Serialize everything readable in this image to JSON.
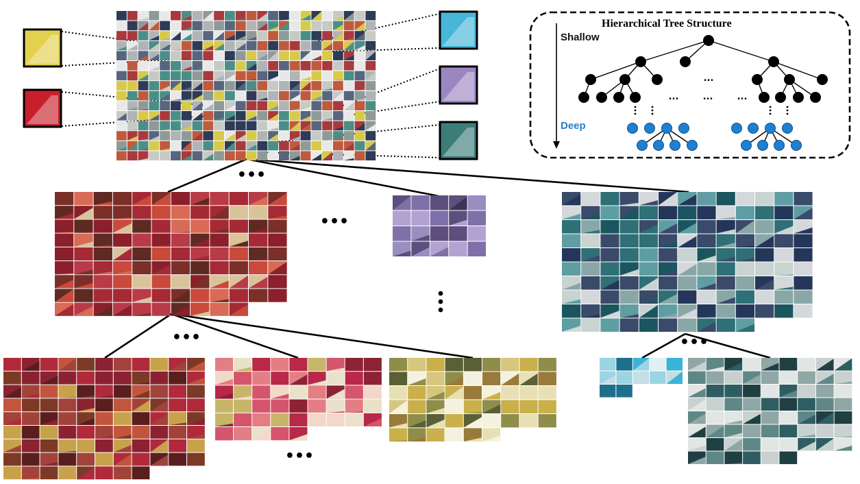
{
  "tree_panel": {
    "title": "Hierarchical Tree Structure",
    "shallow_label": "Shallow",
    "deep_label": "Deep",
    "ellipsis": "..."
  },
  "colors": {
    "node_black": "#000000",
    "node_blue": "#1f7fd1",
    "deep_label": "#1f7fd1",
    "palette_root": [
      "#c7c9c4",
      "#8e9a98",
      "#2d3b56",
      "#a83a3d",
      "#d8c949",
      "#4a8f87",
      "#b0b4b7",
      "#e8e8e8",
      "#57657e",
      "#c05a3c"
    ],
    "palette_red": [
      "#a52a35",
      "#7a2f28",
      "#c94a3a",
      "#8b1f2b",
      "#d86a56",
      "#5f2a22",
      "#b93b48",
      "#d9c39a"
    ],
    "palette_purple": [
      "#7e70a8",
      "#5c4f7d",
      "#b3a2d1",
      "#3d3458",
      "#9a8dc0",
      "#c9c1de"
    ],
    "palette_teal": [
      "#2f6f76",
      "#8aa7a8",
      "#3a4a6a",
      "#c9d3d2",
      "#1b5560",
      "#d4d8da",
      "#5e9ea3",
      "#24375a"
    ],
    "palette_warm_crimson": [
      "#8b2232",
      "#b02a3c",
      "#7c3a26",
      "#c2553e",
      "#5a1e1f",
      "#a1433a",
      "#c8a24a"
    ],
    "palette_pink": [
      "#d5556d",
      "#e37e84",
      "#f2d8c8",
      "#b92848",
      "#e9e1c9",
      "#c7b56a",
      "#8c2233"
    ],
    "palette_yellow": [
      "#d7c67d",
      "#8f8d4a",
      "#e7e0b4",
      "#5a5f35",
      "#c9b04a",
      "#f4f1de",
      "#9a7a3a"
    ],
    "palette_cyan": [
      "#3bb3d6",
      "#9bd4e3",
      "#dfeff3",
      "#1d6f8c",
      "#c5dee4"
    ],
    "palette_darkteal": [
      "#2e5e62",
      "#90a7a6",
      "#c8d1d0",
      "#1f3f42",
      "#5f8786",
      "#e1e5e4"
    ],
    "zoom_patches": [
      "#e2d04e",
      "#c8202a",
      "#48b6d8",
      "#9b86c2",
      "#3d7d78"
    ]
  },
  "diagram": {
    "ellipsis_glyph": "•••",
    "vertical_ellipsis_glyph": "•"
  }
}
